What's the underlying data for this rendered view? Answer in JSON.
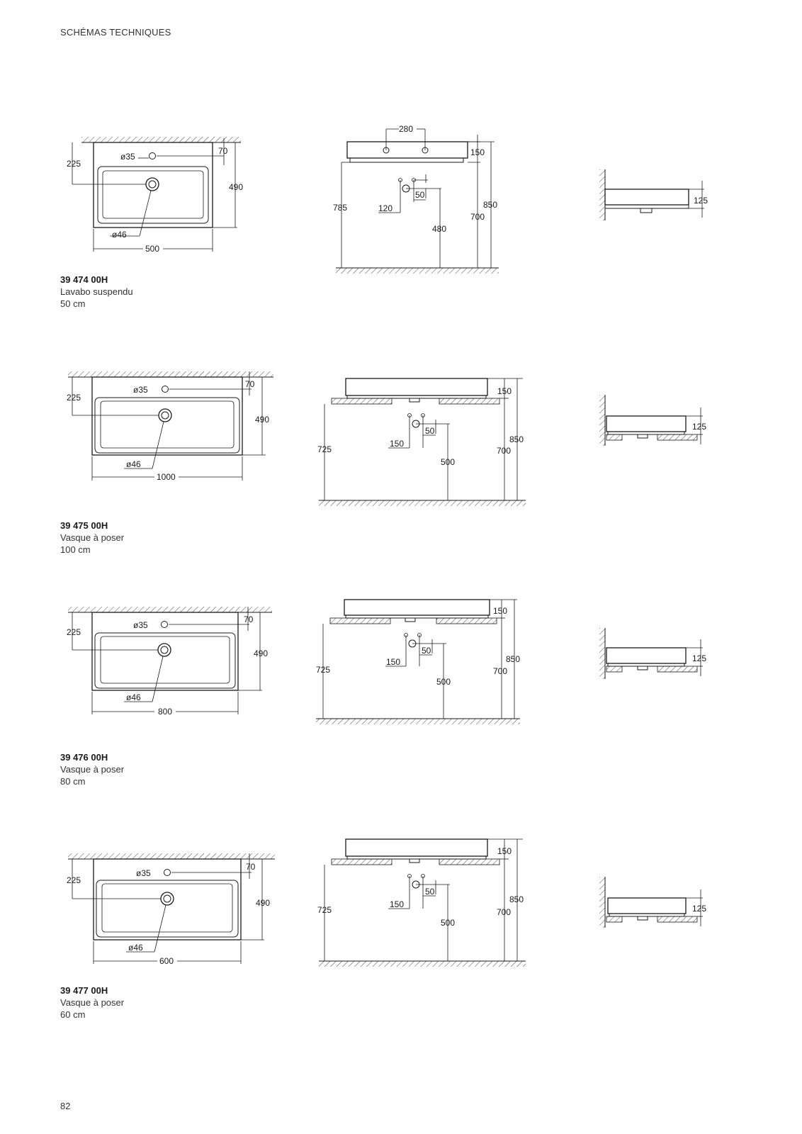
{
  "header": {
    "title": "SCHÉMAS TECHNIQUES"
  },
  "products": [
    {
      "ref": "39 474 00H",
      "type": "Lavabo suspendu",
      "size": "50 cm",
      "plan": {
        "width": "500",
        "depth": "490",
        "tap_offset": "70",
        "drain_offset": "225",
        "tap_dia": "ø35",
        "drain_dia": "ø46"
      },
      "front": {
        "tap_spacing": "280",
        "bowl_height": "150",
        "top_height": "850",
        "bottom_height": "785",
        "supply_height": "700",
        "waste_height": "480",
        "supply_spacing": "120",
        "supply_offset": "50"
      },
      "side": {
        "height": "125"
      }
    },
    {
      "ref": "39 475 00H",
      "type": "Vasque à poser",
      "size": "100 cm",
      "plan": {
        "width": "1000",
        "depth": "490",
        "tap_offset": "70",
        "drain_offset": "225",
        "tap_dia": "ø35",
        "drain_dia": "ø46"
      },
      "front": {
        "bowl_height": "150",
        "top_height": "850",
        "counter_height": "725",
        "supply_height": "700",
        "waste_height": "500",
        "supply_spacing": "150",
        "supply_offset": "50"
      },
      "side": {
        "height": "125"
      }
    },
    {
      "ref": "39 476 00H",
      "type": "Vasque à poser",
      "size": "80 cm",
      "plan": {
        "width": "800",
        "depth": "490",
        "tap_offset": "70",
        "drain_offset": "225",
        "tap_dia": "ø35",
        "drain_dia": "ø46"
      },
      "front": {
        "bowl_height": "150",
        "top_height": "850",
        "counter_height": "725",
        "supply_height": "700",
        "waste_height": "500",
        "supply_spacing": "150",
        "supply_offset": "50"
      },
      "side": {
        "height": "125"
      }
    },
    {
      "ref": "39 477 00H",
      "type": "Vasque à poser",
      "size": "60 cm",
      "plan": {
        "width": "600",
        "depth": "490",
        "tap_offset": "70",
        "drain_offset": "225",
        "tap_dia": "ø35",
        "drain_dia": "ø46"
      },
      "front": {
        "bowl_height": "150",
        "top_height": "850",
        "counter_height": "725",
        "supply_height": "700",
        "waste_height": "500",
        "supply_spacing": "150",
        "supply_offset": "50"
      },
      "side": {
        "height": "125"
      }
    }
  ],
  "footer": {
    "page_number": "82"
  }
}
